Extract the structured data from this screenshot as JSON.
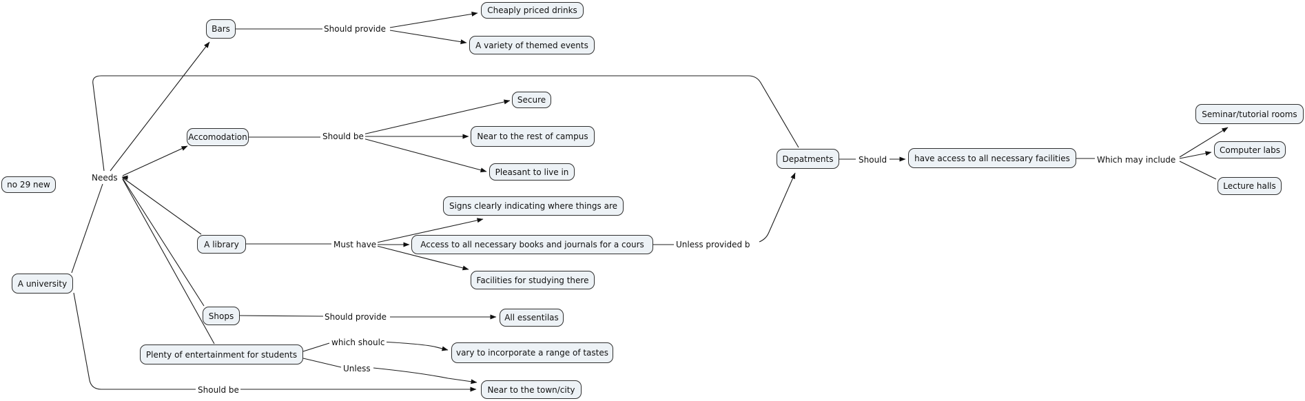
{
  "canvas": {
    "background": "#ffffff",
    "node_fill": "#edf2f6",
    "node_border": "#2e2e2e",
    "line_color": "#1c1c1c",
    "text_color": "#101010"
  },
  "nodes": [
    {
      "id": "no-29-new",
      "label": "no 29 new"
    },
    {
      "id": "a-university",
      "label": "A university"
    },
    {
      "id": "bars",
      "label": "Bars"
    },
    {
      "id": "accomodation",
      "label": "Accomodation"
    },
    {
      "id": "a-library",
      "label": "A library"
    },
    {
      "id": "shops",
      "label": "Shops"
    },
    {
      "id": "plenty",
      "label": "Plenty of entertainment for students"
    },
    {
      "id": "cheaply",
      "label": "Cheaply priced drinks"
    },
    {
      "id": "variety",
      "label": "A variety of themed events"
    },
    {
      "id": "secure",
      "label": "Secure"
    },
    {
      "id": "near-campus",
      "label": "Near to the rest of campus"
    },
    {
      "id": "pleasant",
      "label": "Pleasant to live in"
    },
    {
      "id": "signs",
      "label": "Signs clearly indicating where things are"
    },
    {
      "id": "access",
      "label": "Access to all necessary books and journals for a cours"
    },
    {
      "id": "facilities",
      "label": "Facilities for studying there"
    },
    {
      "id": "essentilas",
      "label": "All essentilas"
    },
    {
      "id": "vary",
      "label": "vary to incorporate a range of tastes"
    },
    {
      "id": "near-town",
      "label": "Near to the town/city"
    },
    {
      "id": "depatments",
      "label": "Depatments"
    },
    {
      "id": "have-access",
      "label": "have access to all necessary facilities"
    },
    {
      "id": "seminar",
      "label": "Seminar/tutorial rooms"
    },
    {
      "id": "computer-labs",
      "label": "Computer labs"
    },
    {
      "id": "lecture-halls",
      "label": "Lecture halls"
    }
  ],
  "link_labels": [
    {
      "id": "needs",
      "label": "Needs"
    },
    {
      "id": "should-provide-top",
      "label": "Should provide"
    },
    {
      "id": "should-be-top",
      "label": "Should be"
    },
    {
      "id": "must-have",
      "label": "Must have"
    },
    {
      "id": "should-provide-bot",
      "label": "Should provide"
    },
    {
      "id": "which-shoulc",
      "label": "which shoulc"
    },
    {
      "id": "unless",
      "label": "Unless"
    },
    {
      "id": "should-be-bot",
      "label": "Should be"
    },
    {
      "id": "unless-provided",
      "label": "Unless provided b"
    },
    {
      "id": "should",
      "label": "Should"
    },
    {
      "id": "which-may-include",
      "label": "Which may include"
    }
  ],
  "edges": [
    {
      "from": "A university",
      "label": "Needs",
      "to": [
        "Bars",
        "Accomodation",
        "A library",
        "Shops",
        "Plenty of entertainment for students",
        "Depatments"
      ]
    },
    {
      "from": "A university",
      "label": "Should be",
      "to": [
        "Near to the town/city"
      ]
    },
    {
      "from": "Bars",
      "label": "Should provide",
      "to": [
        "Cheaply priced drinks",
        "A variety of themed events"
      ]
    },
    {
      "from": "Accomodation",
      "label": "Should be",
      "to": [
        "Secure",
        "Near to the rest of campus",
        "Pleasant to live in"
      ]
    },
    {
      "from": "A library",
      "label": "Must have",
      "to": [
        "Signs clearly indicating where things are",
        "Access to all necessary books and journals for a cours",
        "Facilities for studying there"
      ]
    },
    {
      "from": "Access to all necessary books and journals for a cours",
      "label": "Unless provided b",
      "to": [
        "Depatments"
      ]
    },
    {
      "from": "Shops",
      "label": "Should provide",
      "to": [
        "All essentilas"
      ]
    },
    {
      "from": "Plenty of entertainment for students",
      "label": "which shoulc",
      "to": [
        "vary to incorporate a range of tastes"
      ]
    },
    {
      "from": "Plenty of entertainment for students",
      "label": "Unless",
      "to": [
        "Near to the town/city"
      ]
    },
    {
      "from": "Depatments",
      "label": "Should",
      "to": [
        "have access to all necessary facilities"
      ]
    },
    {
      "from": "have access to all necessary facilities",
      "label": "Which may include",
      "to": [
        "Seminar/tutorial rooms",
        "Computer labs",
        "Lecture halls"
      ]
    }
  ]
}
